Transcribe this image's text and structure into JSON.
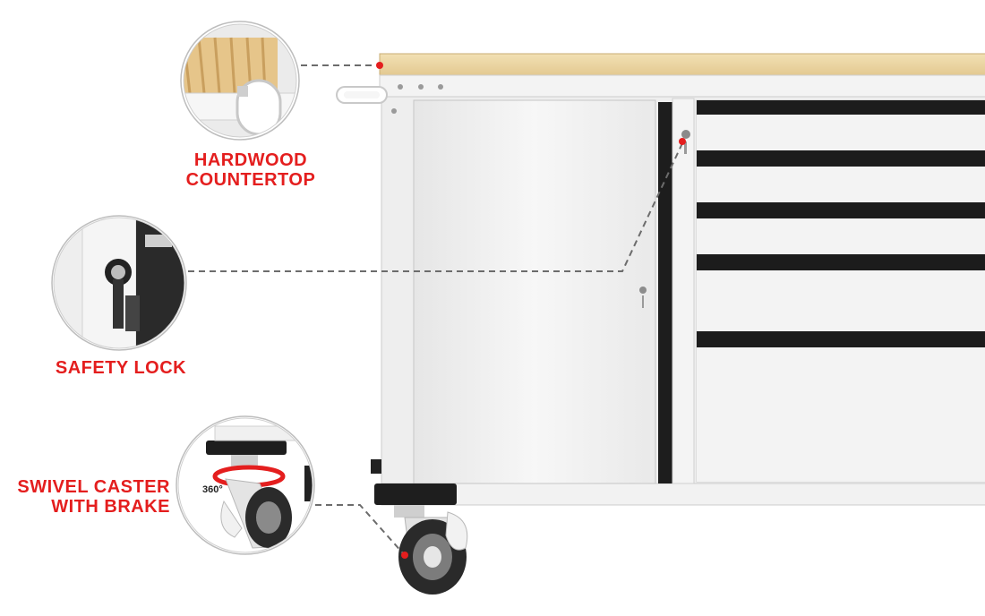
{
  "features": [
    {
      "id": "countertop",
      "line1": "HARDWOOD",
      "line2": "COUNTERTOP"
    },
    {
      "id": "lock",
      "line1": "SAFETY LOCK",
      "line2": ""
    },
    {
      "id": "caster",
      "line1": "SWIVEL CASTER",
      "line2": "WITH BRAKE",
      "rotation_text": "360°"
    }
  ],
  "colors": {
    "accent": "#e41e1e",
    "wood": "#ecd7a4",
    "steel": "#f1f1f1",
    "drawer_pull": "#1c1c1c"
  }
}
